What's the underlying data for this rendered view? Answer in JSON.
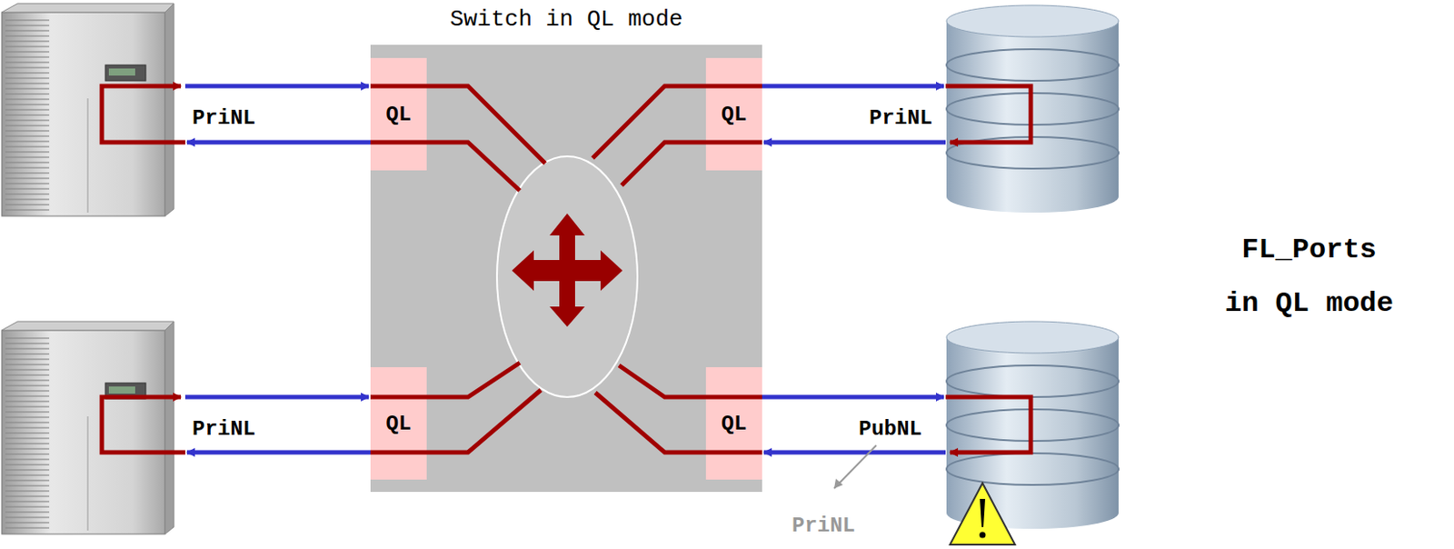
{
  "diagram": {
    "nodes": [
      {
        "text": [
          "Switch in QL mode"
        ]
      },
      {
        "text": [
          "QL"
        ],
        "in": 0
      },
      {
        "text": [
          "QL"
        ],
        "in": 0
      },
      {
        "text": [
          "QL"
        ],
        "in": 0
      },
      {
        "text": [
          "QL"
        ],
        "in": 0
      }
    ],
    "labels": [
      "PriNL",
      "PriNL",
      "PriNL",
      "PubNL",
      "PriNL",
      "FL_Ports in QL mode"
    ]
  }
}
